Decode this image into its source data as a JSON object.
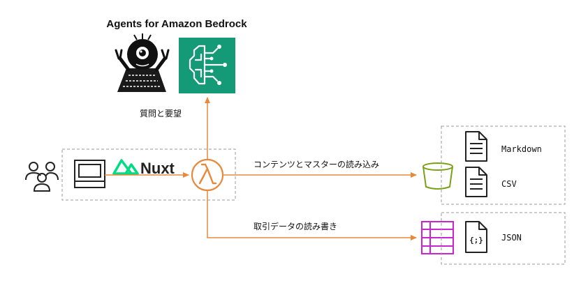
{
  "title": "Agents for Amazon Bedrock",
  "labels": {
    "question": "質問と要望",
    "load": "コンテンツとマスターの読み込み",
    "readwrite": "取引データの読み書き"
  },
  "frontend": {
    "framework": "Nuxt"
  },
  "files": {
    "markdown": "Markdown",
    "csv": "CSV",
    "json": "JSON",
    "json_glyph": "{;}"
  },
  "icons": {
    "users": "users-icon",
    "monitor": "monitor-icon",
    "nuxt": "nuxt-logo-icon",
    "lambda": "lambda-icon",
    "bedrock": "bedrock-agent-icon",
    "mascot": "mascot-character",
    "bucket": "s3-bucket-icon",
    "table": "dynamodb-table-icon",
    "doc": "document-icon"
  },
  "colors": {
    "orange": "#e7893a",
    "bedrock_green": "#159a78",
    "nuxt_green": "#00dc82",
    "bucket_green": "#7aa116",
    "table_magenta": "#c925d1",
    "dash": "#999999"
  }
}
